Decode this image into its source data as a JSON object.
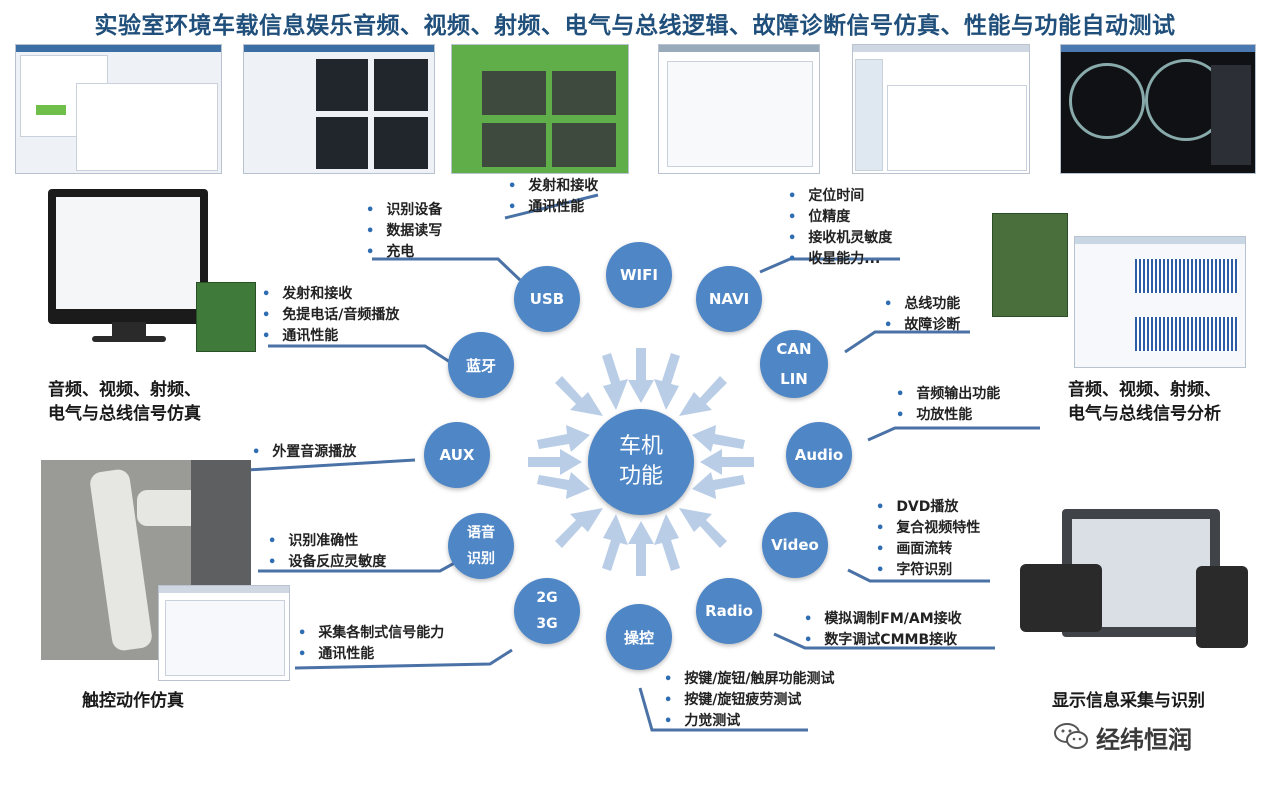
{
  "title": "实验室环境车载信息娱乐音频、视频、射频、电气与总线逻辑、故障诊断信号仿真、性能与功能自动测试",
  "center": {
    "line1": "车机",
    "line2": "功能"
  },
  "nodes": {
    "wifi": "WIFI",
    "usb": "USB",
    "navi": "NAVI",
    "bluetooth": "蓝牙",
    "can": "CAN",
    "lin": "LIN",
    "aux": "AUX",
    "audio": "Audio",
    "voice1": "语音",
    "voice2": "识别",
    "video": "Video",
    "g2": "2G",
    "g3": "3G",
    "control": "操控",
    "radio": "Radio"
  },
  "lists": {
    "wifi": [
      "发射和接收",
      "通讯性能"
    ],
    "usb": [
      "识别设备",
      "数据读写",
      "充电"
    ],
    "navi": [
      "定位时间",
      "位精度",
      "接收机灵敏度",
      "收星能力..."
    ],
    "bluetooth": [
      "发射和接收",
      "免提电话/音频播放",
      "通讯性能"
    ],
    "can": [
      "总线功能",
      "故障诊断"
    ],
    "aux": [
      "外置音源播放"
    ],
    "audio": [
      "音频输出功能",
      "功放性能"
    ],
    "voice": [
      "识别准确性",
      "设备反应灵敏度"
    ],
    "video": [
      "DVD播放",
      "复合视频特性",
      "画面流转",
      "字符识别"
    ],
    "mobile": [
      "采集各制式信号能力",
      "通讯性能"
    ],
    "radio": [
      "模拟调制FM/AM接收",
      "数字调试CMMB接收"
    ],
    "control": [
      "按键/旋钮/触屏功能测试",
      "按键/旋钮疲劳测试",
      "力觉测试"
    ]
  },
  "captions": {
    "sim_line1": "音频、视频、射频、",
    "sim_line2": "电气与总线信号仿真",
    "ana_line1": "音频、视频、射频、",
    "ana_line2": "电气与总线信号分析",
    "touch": "触控动作仿真",
    "display": "显示信息采集与识别"
  },
  "brand": "经纬恒润",
  "colors": {
    "node": "#4f86c6",
    "title": "#1f4f7a",
    "arrow": "#b9cde6",
    "line": "#4a72a6"
  }
}
